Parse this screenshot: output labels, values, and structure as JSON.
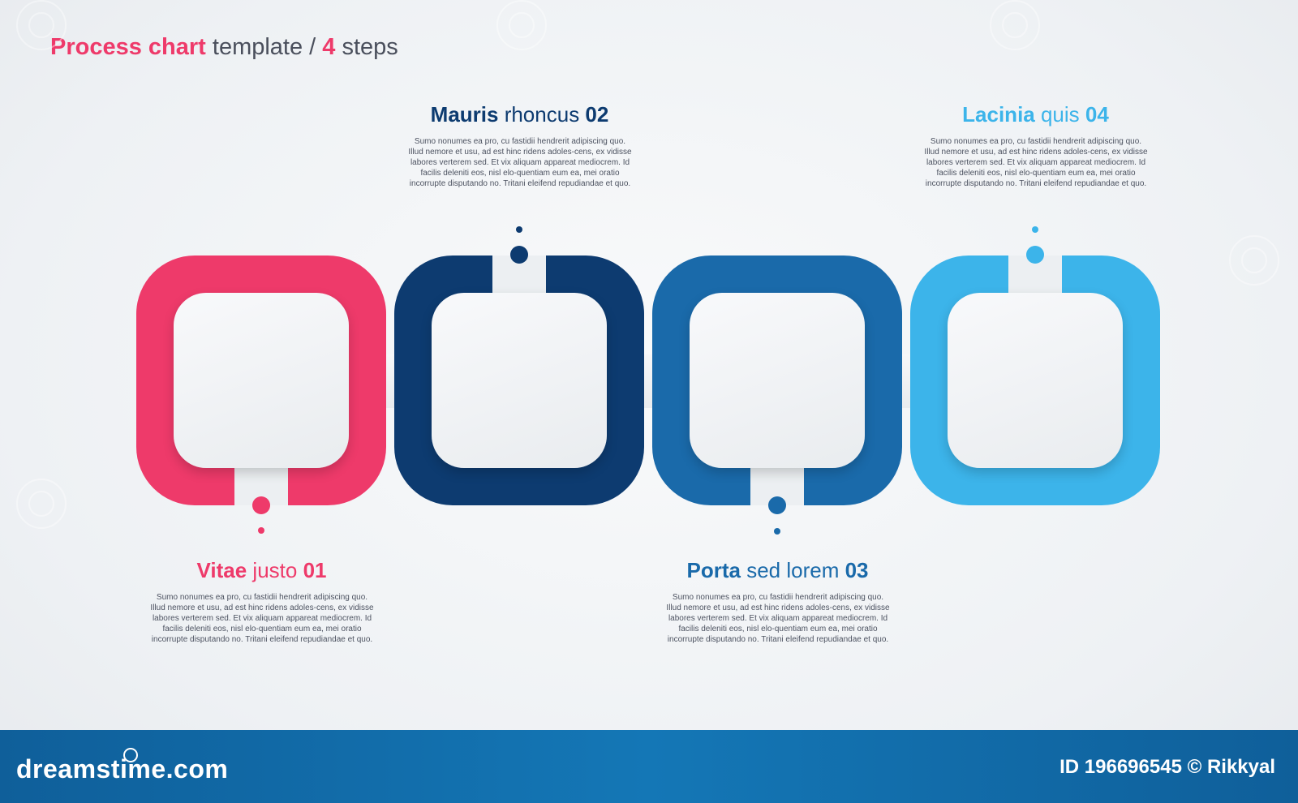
{
  "title": {
    "part1": "Process chart",
    "part2": " template / ",
    "part3": "4",
    "part4": " steps"
  },
  "steps": [
    {
      "bold": "Vitae",
      "rest": " justo ",
      "num": "01",
      "color": "#ee3a6a",
      "text": "Sumo nonumes ea pro, cu fastidii hendrerit adipiscing quo. Illud nemore et usu, ad est hinc ridens adoles-cens, ex vidisse labores verterem sed. Et vix aliquam appareat mediocrem. Id facilis deleniti eos, nisl elo-quentiam eum ea, mei oratio incorrupte disputando no. Tritani eleifend repudiandae et quo."
    },
    {
      "bold": "Mauris",
      "rest": " rhoncus ",
      "num": "02",
      "color": "#0d3b70",
      "text": "Sumo nonumes ea pro, cu fastidii hendrerit adipiscing quo. Illud nemore et usu, ad est hinc ridens adoles-cens, ex vidisse labores verterem sed. Et vix aliquam appareat mediocrem. Id facilis deleniti eos, nisl elo-quentiam eum ea, mei oratio incorrupte disputando no. Tritani eleifend repudiandae et quo."
    },
    {
      "bold": "Porta",
      "rest": " sed lorem ",
      "num": "03",
      "color": "#1a6aaa",
      "text": "Sumo nonumes ea pro, cu fastidii hendrerit adipiscing quo. Illud nemore et usu, ad est hinc ridens adoles-cens, ex vidisse labores verterem sed. Et vix aliquam appareat mediocrem. Id facilis deleniti eos, nisl elo-quentiam eum ea, mei oratio incorrupte disputando no. Tritani eleifend repudiandae et quo."
    },
    {
      "bold": "Lacinia",
      "rest": " quis ",
      "num": "04",
      "color": "#3cb4ea",
      "text": "Sumo nonumes ea pro, cu fastidii hendrerit adipiscing quo. Illud nemore et usu, ad est hinc ridens adoles-cens, ex vidisse labores verterem sed. Et vix aliquam appareat mediocrem. Id facilis deleniti eos, nisl elo-quentiam eum ea, mei oratio incorrupte disputando no. Tritani eleifend repudiandae et quo."
    }
  ],
  "footer": {
    "brand": "dreamstime.com",
    "credit": "ID 196696545 © Rikkyal"
  }
}
